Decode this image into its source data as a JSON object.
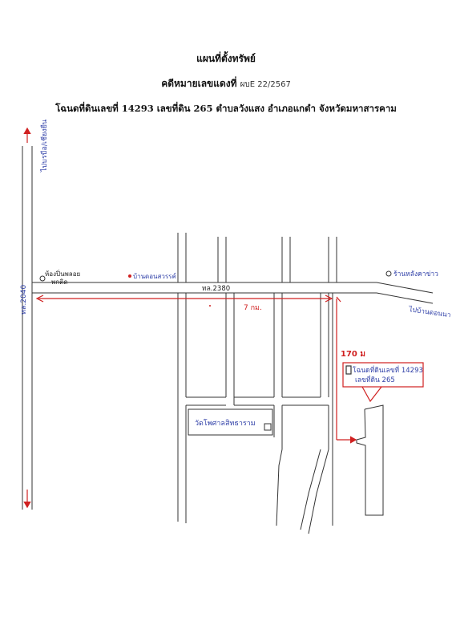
{
  "header": {
    "title": "แผนที่ตั้งทรัพย์",
    "case_label": "คดีหมายเลขแดงที่",
    "case_number": "ผบE 22/2567",
    "deed_line": "โฉนดที่ดินเลขที่ 14293 เลขที่ดิน 265 ตำบลวังแสง อำเภอแกดำ จังหวัดมหาสารคาม"
  },
  "map": {
    "labels": {
      "to_north": "ไปบรบือ/เชียงยืน",
      "highway": "ทล.2040",
      "road": "ทล.2380",
      "place_left": "ห้องปิ่นพลอย",
      "place_left_2": "พกติด",
      "place_mid": "บ้านดอนสวรรค์",
      "place_right": "ร้านหลังคาข่าว",
      "to_right": "ไปบ้านดอนนา",
      "distance": "7 กม.",
      "distance_170": "170 ม",
      "parcel_line1": "โฉนดที่ดินเลขที่ 14293",
      "parcel_line2": "เลขที่ดิน 265",
      "temple": "วัดโพศาลสิทธาราม"
    },
    "colors": {
      "red": "#d02020",
      "blue": "#3040a8",
      "line": "#333333"
    }
  }
}
